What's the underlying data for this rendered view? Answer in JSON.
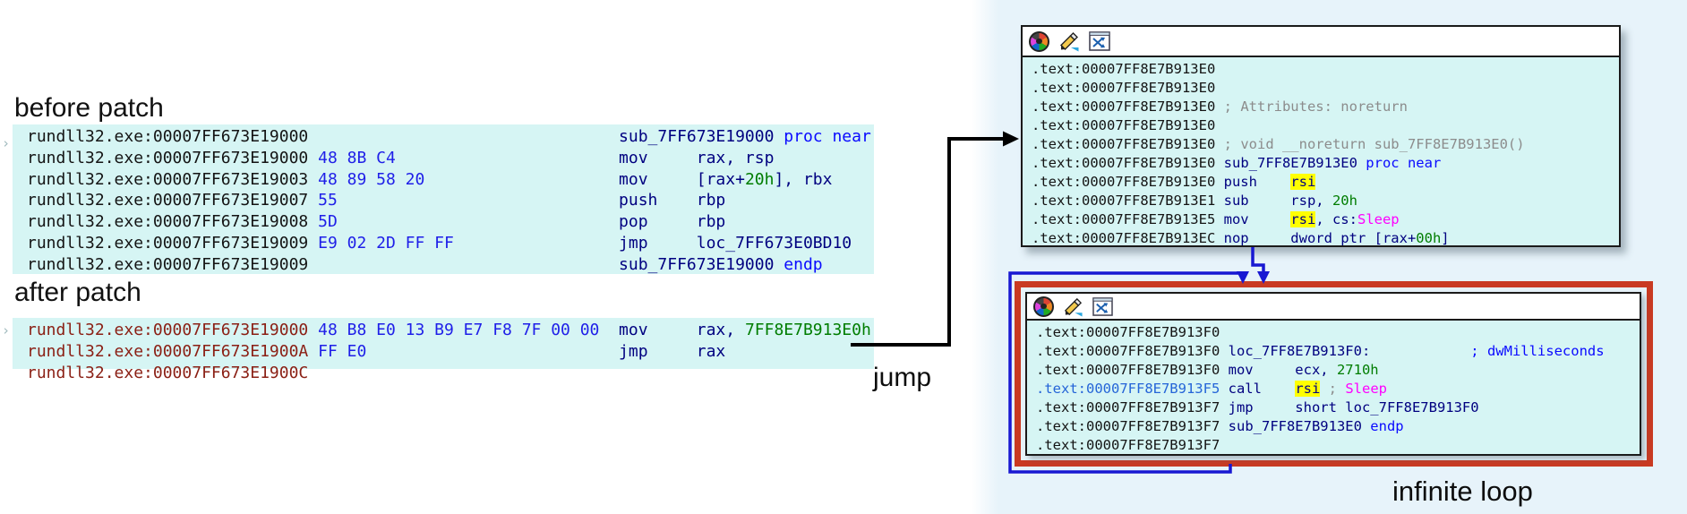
{
  "headings": {
    "before": "before patch",
    "after": "after patch"
  },
  "annotations": {
    "jump": "jump",
    "infinite_loop": "infinite loop"
  },
  "colors": {
    "code_bg": "#d6f5f4",
    "panel_bg": "#e7f3fa",
    "red_frame": "#c93a22",
    "loop_arrow_blue": "#1818d2",
    "jump_arrow_black": "#000000",
    "bytes_blue": "#1f1fe8",
    "mnemonic_navy": "#000080",
    "keyword_blue": "#0a0aff",
    "number_green": "#007d00",
    "comment_gray": "#8c8c8c",
    "comment_blue": "#0a0aff",
    "api_magenta": "#ff00ff",
    "patched_addr_maroon": "#8b2015",
    "current_addr_blue": "#2565d8",
    "highlight_yellow": "#ffff00"
  },
  "titlebar_icons": [
    "color-wheel",
    "pencil-edit",
    "xref-shuffle"
  ],
  "before_block": {
    "lines": [
      {
        "a": "rundll32.exe:00007FF673E19000",
        "d": [
          [
            "sub_7FF673E19000 ",
            "nm"
          ],
          [
            "proc near",
            "k"
          ]
        ]
      },
      {
        "m": 1,
        "a": "rundll32.exe:00007FF673E19000",
        "b": "48 8B C4",
        "d": [
          [
            "mov     rax, rsp",
            "i"
          ]
        ]
      },
      {
        "a": "rundll32.exe:00007FF673E19003",
        "b": "48 89 58 20",
        "d": [
          [
            "mov     [rax+",
            "i"
          ],
          [
            "20h",
            "n"
          ],
          [
            "], rbx",
            "i"
          ]
        ]
      },
      {
        "a": "rundll32.exe:00007FF673E19007",
        "b": "55",
        "d": [
          [
            "push    rbp",
            "i"
          ]
        ]
      },
      {
        "a": "rundll32.exe:00007FF673E19008",
        "b": "5D",
        "d": [
          [
            "pop     rbp",
            "i"
          ]
        ]
      },
      {
        "a": "rundll32.exe:00007FF673E19009",
        "b": "E9 02 2D FF FF",
        "d": [
          [
            "jmp     loc_7FF673E0BD10",
            "i"
          ]
        ]
      },
      {
        "a": "rundll32.exe:00007FF673E19009",
        "d": [
          [
            "sub_7FF673E19000 ",
            "nm"
          ],
          [
            "endp",
            "k"
          ]
        ]
      }
    ]
  },
  "after_block": {
    "lines": [
      {
        "m": 1,
        "a": "rundll32.exe:00007FF673E19000",
        "ac": "ap",
        "b": "48 B8 E0 13 B9 E7 F8 7F 00 00",
        "d": [
          [
            "mov     rax, ",
            "i"
          ],
          [
            "7FF8E7B913E0h",
            "n"
          ]
        ]
      },
      {
        "a": "rundll32.exe:00007FF673E1900A",
        "ac": "ap",
        "b": "FF E0",
        "d": [
          [
            "jmp     rax",
            "i"
          ]
        ]
      },
      {
        "a": "rundll32.exe:00007FF673E1900C",
        "ac": "ap",
        "d": []
      }
    ]
  },
  "top_window": {
    "lines": [
      {
        "a": ".text:00007FF8E7B913E0",
        "d": []
      },
      {
        "a": ".text:00007FF8E7B913E0",
        "d": []
      },
      {
        "a": ".text:00007FF8E7B913E0",
        "d": [
          [
            " ",
            "i"
          ],
          [
            "; Attributes: noreturn",
            "c"
          ]
        ]
      },
      {
        "a": ".text:00007FF8E7B913E0",
        "d": []
      },
      {
        "a": ".text:00007FF8E7B913E0",
        "d": [
          [
            " ",
            "i"
          ],
          [
            "; void __noreturn sub_7FF8E7B913E0()",
            "c"
          ]
        ]
      },
      {
        "a": ".text:00007FF8E7B913E0",
        "d": [
          [
            " ",
            "i"
          ],
          [
            "sub_7FF8E7B913E0 ",
            "nm"
          ],
          [
            "proc near",
            "k"
          ]
        ]
      },
      {
        "a": ".text:00007FF8E7B913E0",
        "d": [
          [
            " push    ",
            "i"
          ],
          [
            "rsi",
            "hl"
          ]
        ]
      },
      {
        "a": ".text:00007FF8E7B913E1",
        "d": [
          [
            " sub     rsp, ",
            "i"
          ],
          [
            "20h",
            "n"
          ]
        ]
      },
      {
        "a": ".text:00007FF8E7B913E5",
        "d": [
          [
            " mov     ",
            "i"
          ],
          [
            "rsi",
            "hl"
          ],
          [
            ", cs:",
            "i"
          ],
          [
            "Sleep",
            "api"
          ]
        ]
      },
      {
        "a": ".text:00007FF8E7B913EC",
        "d": [
          [
            " nop     dword ptr [rax+",
            "i"
          ],
          [
            "00h",
            "n"
          ],
          [
            "]",
            "i"
          ]
        ]
      }
    ]
  },
  "bottom_window": {
    "lines": [
      {
        "a": ".text:00007FF8E7B913F0",
        "d": []
      },
      {
        "a": ".text:00007FF8E7B913F0",
        "d": [
          [
            " ",
            "i"
          ],
          [
            "loc_7FF8E7B913F0:",
            "nm"
          ],
          [
            "            ",
            "i"
          ],
          [
            "; dwMilliseconds",
            "cb"
          ]
        ]
      },
      {
        "a": ".text:00007FF8E7B913F0",
        "d": [
          [
            " mov     ecx, ",
            "i"
          ],
          [
            "2710h",
            "n"
          ]
        ]
      },
      {
        "a": ".text:00007FF8E7B913F5",
        "ac": "ac",
        "d": [
          [
            " call    ",
            "i"
          ],
          [
            "rsi",
            "hl"
          ],
          [
            " ",
            "i"
          ],
          [
            "; ",
            "c"
          ],
          [
            "Sleep",
            "api"
          ]
        ]
      },
      {
        "a": ".text:00007FF8E7B913F7",
        "d": [
          [
            " jmp     short loc_7FF8E7B913F0",
            "i"
          ]
        ]
      },
      {
        "a": ".text:00007FF8E7B913F7",
        "d": [
          [
            " ",
            "i"
          ],
          [
            "sub_7FF8E7B913E0 ",
            "nm"
          ],
          [
            "endp",
            "k"
          ]
        ]
      },
      {
        "a": ".text:00007FF8E7B913F7",
        "d": []
      }
    ]
  }
}
